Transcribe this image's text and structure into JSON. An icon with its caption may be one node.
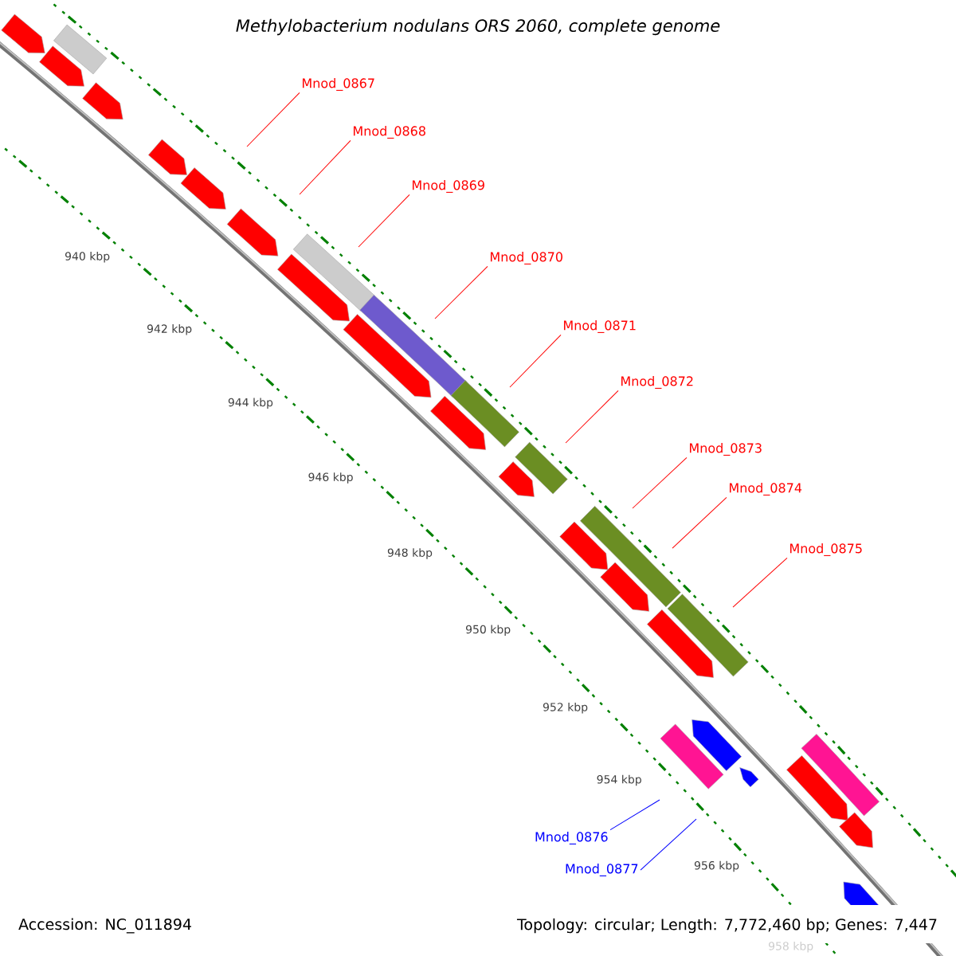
{
  "diagram": {
    "title": "Methylobacterium nodulans ORS 2060, complete genome",
    "nodes": [
      {
        "text": [
          "Mnod_0867"
        ]
      },
      {
        "text": [
          "Mnod_0868"
        ]
      },
      {
        "text": [
          "Mnod_0869"
        ]
      },
      {
        "text": [
          "Mnod_0870"
        ]
      },
      {
        "text": [
          "Mnod_0871"
        ]
      },
      {
        "text": [
          "Mnod_0872"
        ]
      },
      {
        "text": [
          "Mnod_0873"
        ]
      },
      {
        "text": [
          "Mnod_0874"
        ]
      },
      {
        "text": [
          "Mnod_0875"
        ]
      },
      {
        "text": [
          "Mnod_0876"
        ]
      },
      {
        "text": [
          "Mnod_0877"
        ]
      }
    ],
    "edges": [
      {
        "from": 0,
        "to": null,
        "arrow": "none"
      },
      {
        "from": 1,
        "to": null,
        "arrow": "none"
      },
      {
        "from": 2,
        "to": null,
        "arrow": "none"
      },
      {
        "from": 3,
        "to": null,
        "arrow": "none"
      },
      {
        "from": 4,
        "to": null,
        "arrow": "none"
      },
      {
        "from": 5,
        "to": null,
        "arrow": "none"
      },
      {
        "from": 6,
        "to": null,
        "arrow": "none"
      },
      {
        "from": 7,
        "to": null,
        "arrow": "none"
      },
      {
        "from": 8,
        "to": null,
        "arrow": "none"
      },
      {
        "from": 9,
        "to": null,
        "arrow": "none",
        "color": "#0000ff"
      },
      {
        "from": 10,
        "to": null,
        "arrow": "none",
        "color": "#0000ff"
      }
    ],
    "labels": [
      "940 kbp",
      "942 kbp",
      "944 kbp",
      "946 kbp",
      "948 kbp",
      "950 kbp",
      "952 kbp",
      "954 kbp",
      "956 kbp",
      "958 kbp",
      "Accession: NC_011894",
      "Topology: circular; Length: 7,772,460 bp; Genes: 7,447"
    ]
  }
}
